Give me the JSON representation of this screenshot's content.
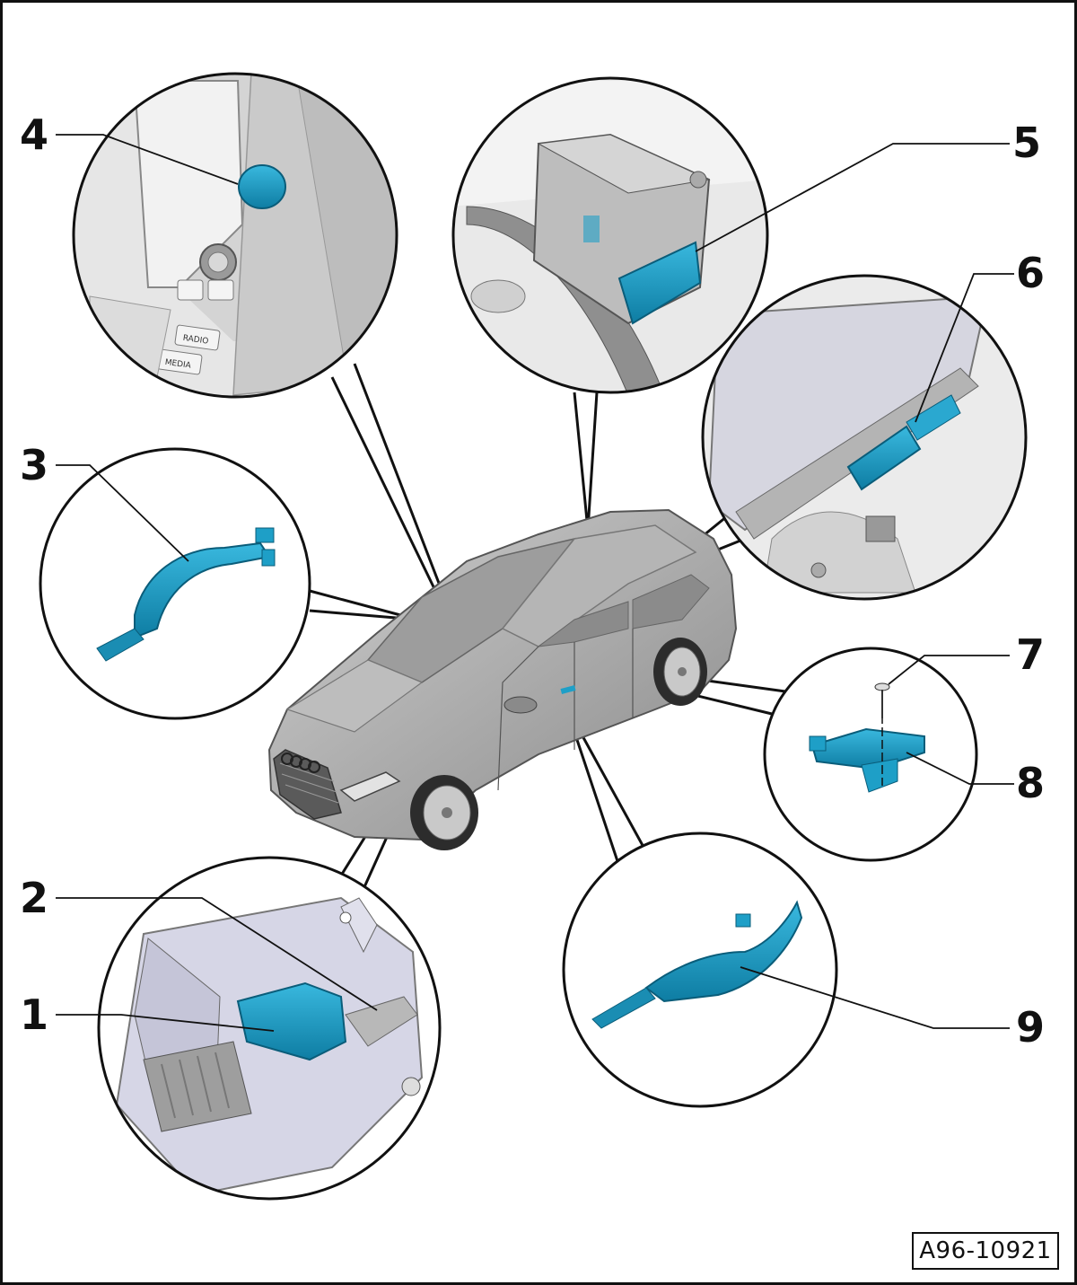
{
  "figure": {
    "reference_code": "A96-10921",
    "colors": {
      "component_highlight": "#1e9fc7",
      "component_dark": "#0e6f8f",
      "car_body": "#a8a8a8",
      "line": "#111111",
      "detail_background": "#e4e4e4"
    },
    "callouts": [
      {
        "number": "1"
      },
      {
        "number": "2"
      },
      {
        "number": "3"
      },
      {
        "number": "4"
      },
      {
        "number": "5"
      },
      {
        "number": "6"
      },
      {
        "number": "7"
      },
      {
        "number": "8"
      },
      {
        "number": "9"
      }
    ],
    "detail_views": [
      {
        "id": "center-console",
        "icon": "push-button-icon"
      },
      {
        "id": "roof-module",
        "icon": "control-unit-icon"
      },
      {
        "id": "rear-trunk",
        "icon": "antenna-module-icon"
      },
      {
        "id": "front-door-handle",
        "icon": "door-handle-icon"
      },
      {
        "id": "interior-antenna",
        "icon": "antenna-bracket-icon"
      },
      {
        "id": "rear-door-handle",
        "icon": "door-handle-icon"
      },
      {
        "id": "steering-lock",
        "icon": "lock-unit-icon"
      }
    ],
    "dashboard_buttons": [
      "RADIO",
      "MEDIA"
    ]
  }
}
